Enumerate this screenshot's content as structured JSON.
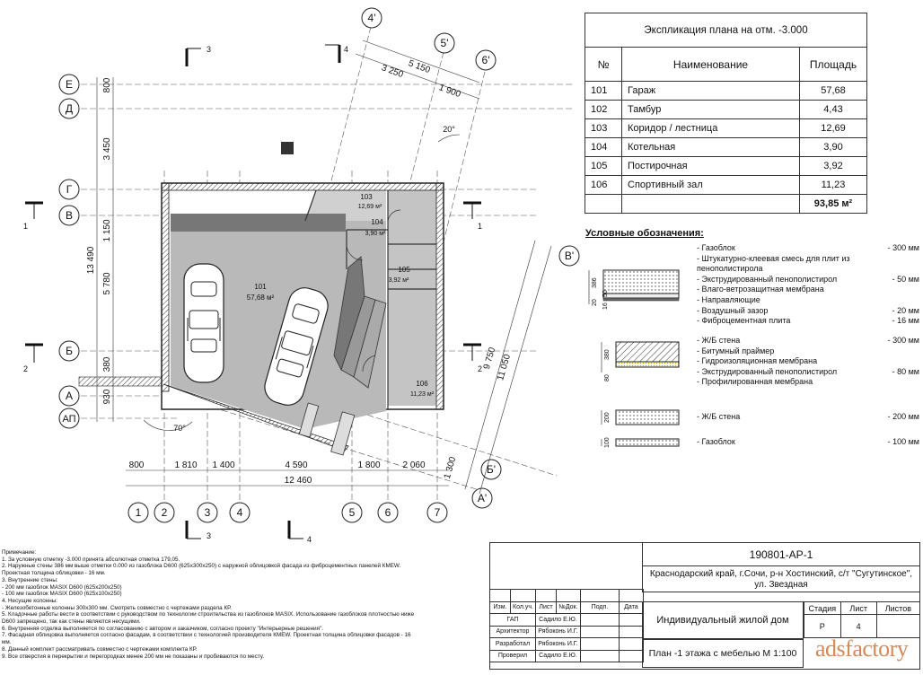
{
  "explication": {
    "title": "Экспликация плана на отм. -3.000",
    "headers": [
      "№",
      "Наименование",
      "Площадь"
    ],
    "rows": [
      {
        "num": "101",
        "name": "Гараж",
        "area": "57,68"
      },
      {
        "num": "102",
        "name": "Тамбур",
        "area": "4,43"
      },
      {
        "num": "103",
        "name": "Коридор / лестница",
        "area": "12,69"
      },
      {
        "num": "104",
        "name": "Котельная",
        "area": "3,90"
      },
      {
        "num": "105",
        "name": "Постирочная",
        "area": "3,92"
      },
      {
        "num": "106",
        "name": "Спортивный зал",
        "area": "11,23"
      }
    ],
    "total": "93,85 м²"
  },
  "legend": {
    "title": "Условные обозначения:",
    "group1": {
      "dims": [
        "386",
        "50",
        "20",
        "16"
      ],
      "items": [
        {
          "name": "- Газоблок",
          "value": "- 300 мм"
        },
        {
          "name": "- Штукатурно-клеевая смесь для плит из",
          "value": ""
        },
        {
          "name": "пенополистирола",
          "value": ""
        },
        {
          "name": "- Экструдированный пенополистирол",
          "value": "- 50 мм"
        },
        {
          "name": "- Влаго-ветрозащитная мембрана",
          "value": ""
        },
        {
          "name": "- Направляющие",
          "value": ""
        },
        {
          "name": "- Воздушный зазор",
          "value": "- 20 мм"
        },
        {
          "name": "- Фиброцементная плита",
          "value": "- 16 мм"
        }
      ]
    },
    "group2": {
      "dims": [
        "380",
        "80"
      ],
      "items": [
        {
          "name": "- Ж/Б стена",
          "value": "- 300 мм"
        },
        {
          "name": "- Битумный праймер",
          "value": ""
        },
        {
          "name": "- Гидроизоляционная мембрана",
          "value": ""
        },
        {
          "name": "- Экструдированный пенополистирол",
          "value": "- 80 мм"
        },
        {
          "name": "- Профилированная мембрана",
          "value": ""
        }
      ]
    },
    "group3": {
      "dim": "200",
      "name": "- Ж/Б стена",
      "value": "- 200 мм"
    },
    "group4": {
      "dim": "100",
      "name": "- Газоблок",
      "value": "- 100 мм"
    }
  },
  "plan": {
    "axes_top": [
      "4'",
      "5'",
      "6'"
    ],
    "axes_left": [
      "Е",
      "Д",
      "Г",
      "В",
      "Б",
      "А",
      "АП"
    ],
    "axes_bottom": [
      "1",
      "2",
      "3",
      "4",
      "5",
      "6",
      "7"
    ],
    "axes_right": [
      "В'",
      "Б'",
      "А'"
    ],
    "section_marks": [
      "3",
      "4",
      "1",
      "2",
      "2",
      "3",
      "4",
      "1"
    ],
    "dims_bottom": [
      "800",
      "1 810",
      "1 400",
      "4 590",
      "1 800",
      "2 060"
    ],
    "dim_total_bottom": "12 460",
    "dims_left": [
      "800",
      "3 450",
      "1 150",
      "5 780",
      "380",
      "930"
    ],
    "dim_total_left": "13 490",
    "dims_top_angled": [
      "3 250",
      "5 150",
      "1 900"
    ],
    "dims_right_angled": [
      "9 750",
      "11 050",
      "1 300"
    ],
    "angles": [
      "20°",
      "70°"
    ],
    "rooms": [
      {
        "num": "101",
        "area": "57,68 м²"
      },
      {
        "num": "103",
        "area": "12,69 м²"
      },
      {
        "num": "104",
        "area": "3,90 м²"
      },
      {
        "num": "105",
        "area": "3,92 м²"
      },
      {
        "num": "106",
        "area": "11,23 м²"
      }
    ]
  },
  "notes": [
    "Примечание:",
    "1. За условную отметку -3.000 принята абсолютная отметка 179,05.",
    "2. Наружные стены 386 мм выше отметки 0.000 из газоблока D600 (625х300х250) с наружной облицовкой фасада из фиброцементных панелей КМEW.",
    "Проектная толщина облицовки - 16 мм.",
    "3. Внутренние стены:",
    "- 200 мм газоблок MASIX D600 (625х200х250)",
    "- 100 мм газоблок MASIX D600 (625х100х250)",
    "4. Несущие колонны:",
    "- Железобетонные колонны 300х300 мм. Смотреть совместно с чертежами раздела КР.",
    "5. Кладочные работы вести в соответствии с руководством по технологии строительства из газоблоков MASIX. Использование газоблоков плотностью ниже",
    "D600 запрещено, так как стены являются несущими.",
    "6. Внутренняя отделка выполняется по согласованию с автором и заказчиком, согласно проекту \"Интерьерные решения\".",
    "7. Фасадная облицовка выполняется согласно фасадам, в соответствии с технологией производителя КМEW. Проектная толщина облицовки фасадов - 16",
    "мм.",
    "8. Данный комплект рассматривать совместно с чертежами комплекта КР.",
    "9. Все отверстия в перекрытии и перегородках менее 200 мм не показаны и пробиваются по месту."
  ],
  "stamp": {
    "code": "190801-АР-1",
    "address": "Краснодарский край, г.Сочи, р-н Хостинский, с/т \"Сугутинское\", ул. Звездная",
    "object": "Индивидуальный жилой дом",
    "sheet_title": "План -1 этажа с мебелью М 1:100",
    "col_headers": [
      "Изм.",
      "Кол.уч.",
      "Лист",
      "№Док.",
      "Подп.",
      "Дата"
    ],
    "people": [
      {
        "role": "ГАП",
        "name": "Садило Е.Ю."
      },
      {
        "role": "Архитектор",
        "name": "Рябоконь И.Г."
      },
      {
        "role": "Разработал",
        "name": "Рябоконь И.Г."
      },
      {
        "role": "Проверил",
        "name": "Садило Е.Ю."
      }
    ],
    "stage_headers": [
      "Стадия",
      "Лист",
      "Листов"
    ],
    "stage": "Р",
    "sheet": "4"
  },
  "watermark": "adsfactory"
}
